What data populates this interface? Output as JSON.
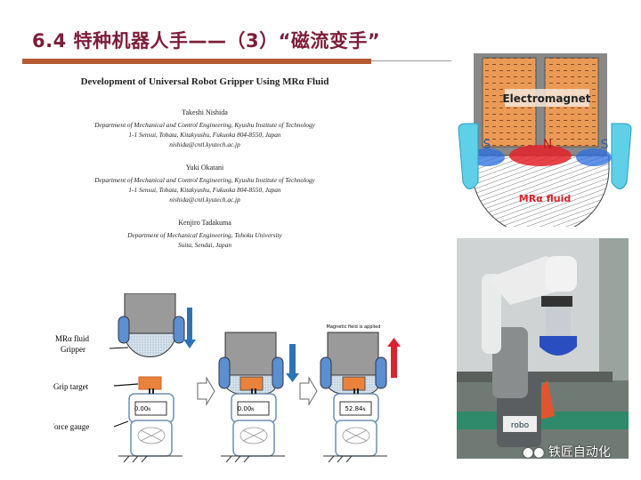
{
  "slide": {
    "title": "6.4 特种机器人手——（3）“磁流变手”"
  },
  "paper": {
    "title": "Development of Universal Robot Gripper Using MRα Fluid",
    "authors": [
      {
        "name": "Takeshi Nishida",
        "lines": [
          "Department of Mechanical and Control Engineering, Kyushu Institute of Technology",
          "1-1 Sensui, Tobata, Kitakyushu, Fukuoka 804-8550, Japan",
          "nishida@cntl.kyutech.ac.jp"
        ]
      },
      {
        "name": "Yuki Okatani",
        "lines": [
          "Department of Mechanical and Control Engineering, Kyushu Institute of Technology",
          "1-1 Sensui, Tobata, Kitakyushu, Fukuoka 804-8550, Japan",
          "nishida@cntl.kyutech.ac.jp"
        ]
      },
      {
        "name": "Kenjiro Tadakuma",
        "lines": [
          "Department of Mechanical Engineering, Tohoku University",
          "Suita, Sendai, Japan"
        ]
      }
    ]
  },
  "diagram": {
    "label_fluid": "MRα fluid",
    "label_gripper": "Gripper",
    "label_target": "Grip target",
    "label_gauge": "Force gauge",
    "magnetic_note": "Magnetic field is applied",
    "readings": [
      "0.00",
      "0.00",
      "52.84"
    ],
    "unit": "N"
  },
  "electromagnet": {
    "label": "Electromagnet",
    "pole_left": "S",
    "pole_center": "N",
    "pole_right": "S",
    "fluid_label": "MRα fluid"
  },
  "photo": {
    "brand": "robo",
    "watermark": "铁匠自动化"
  },
  "colors": {
    "title": "#7d1d3a",
    "bar": "#b65a30",
    "orange": "#e9823a",
    "blue": "#5b8fd0",
    "red": "#d9232e"
  }
}
